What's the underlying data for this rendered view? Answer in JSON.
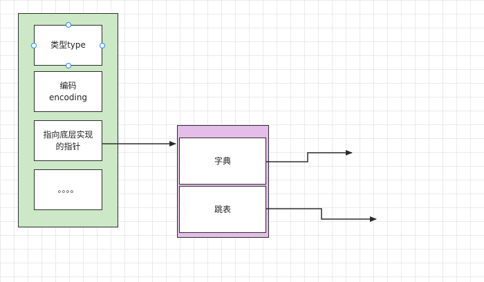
{
  "object_fields": [
    {
      "label": "类型type"
    },
    {
      "label_line1": "编码",
      "label_line2": "encoding"
    },
    {
      "label_line1": "指向底层实现",
      "label_line2": "的指针"
    },
    {
      "label": "。。。。"
    }
  ],
  "implementations": [
    {
      "label": "字典"
    },
    {
      "label": "跳表"
    }
  ],
  "colors": {
    "object_fill": "#cce8c6",
    "impl_fill": "#e4bde8",
    "stroke": "#2b2b2b",
    "selection_handle": "#1e86ff",
    "grid": "#eaeaea"
  }
}
